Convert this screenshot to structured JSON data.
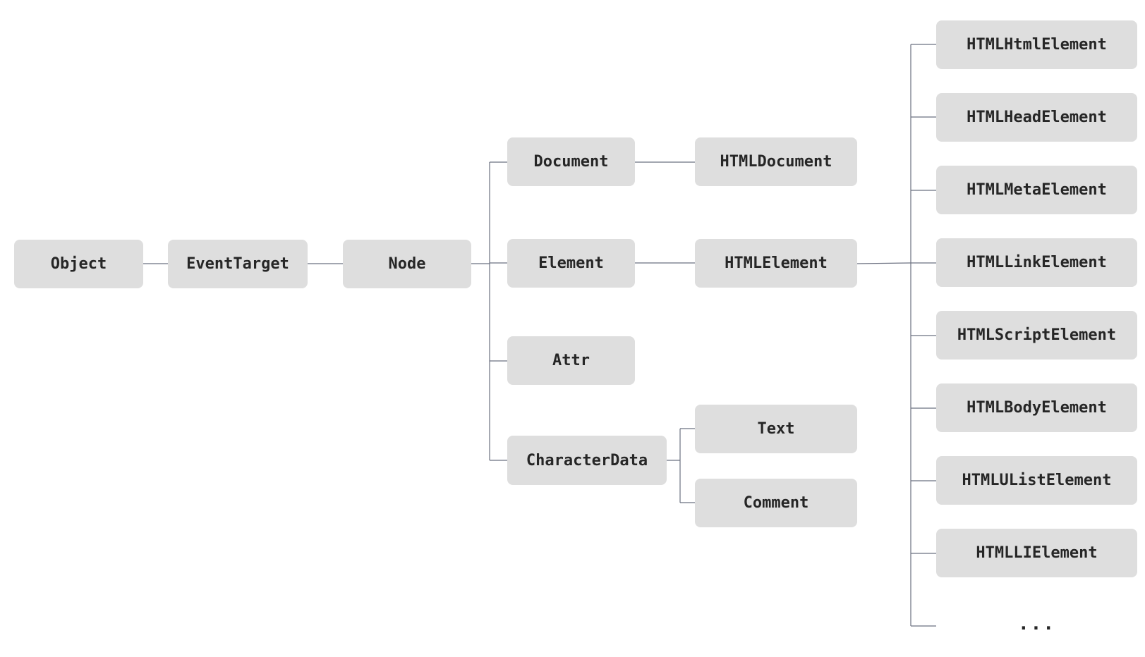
{
  "nodes": {
    "object": "Object",
    "eventtarget": "EventTarget",
    "node": "Node",
    "document": "Document",
    "element": "Element",
    "attr": "Attr",
    "characterdata": "CharacterData",
    "htmldocument": "HTMLDocument",
    "htmlelement": "HTMLElement",
    "text": "Text",
    "comment": "Comment",
    "htmlhtmlelement": "HTMLHtmlElement",
    "htmlheadelement": "HTMLHeadElement",
    "htmlmetaelement": "HTMLMetaElement",
    "htmllinkelement": "HTMLLinkElement",
    "htmlscriptelement": "HTMLScriptElement",
    "htmlbodyelement": "HTMLBodyElement",
    "htmlulistelement": "HTMLUListElement",
    "htmllielement": "HTMLLIElement",
    "more": "..."
  },
  "edges": [
    [
      "object",
      "eventtarget"
    ],
    [
      "eventtarget",
      "node"
    ],
    [
      "node",
      "document"
    ],
    [
      "node",
      "element"
    ],
    [
      "node",
      "attr"
    ],
    [
      "node",
      "characterdata"
    ],
    [
      "document",
      "htmldocument"
    ],
    [
      "element",
      "htmlelement"
    ],
    [
      "characterdata",
      "text"
    ],
    [
      "characterdata",
      "comment"
    ],
    [
      "htmlelement",
      "htmlhtmlelement"
    ],
    [
      "htmlelement",
      "htmlheadelement"
    ],
    [
      "htmlelement",
      "htmlmetaelement"
    ],
    [
      "htmlelement",
      "htmllinkelement"
    ],
    [
      "htmlelement",
      "htmlscriptelement"
    ],
    [
      "htmlelement",
      "htmlbodyelement"
    ],
    [
      "htmlelement",
      "htmlulistelement"
    ],
    [
      "htmlelement",
      "htmllielement"
    ],
    [
      "htmlelement",
      "more"
    ]
  ],
  "colors": {
    "node_fill": "#dedede",
    "line": "#6b7080",
    "text": "#262626"
  }
}
